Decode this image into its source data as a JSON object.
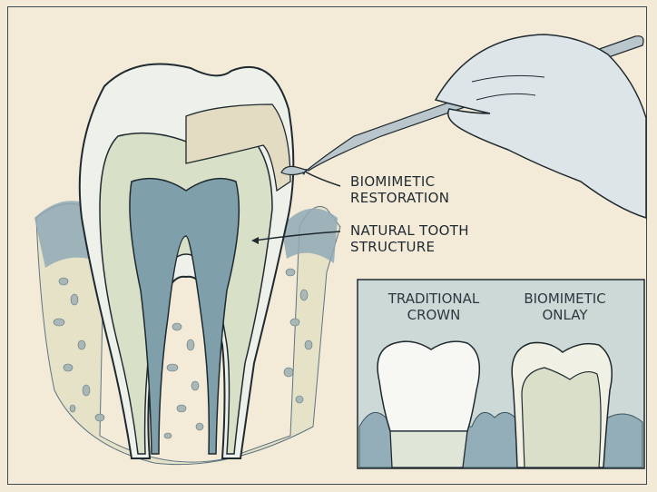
{
  "labels": {
    "restoration_line1": "BIOMIMETIC",
    "restoration_line2": "RESTORATION",
    "natural_line1": "NATURAL TOOTH",
    "natural_line2": "STRUCTURE"
  },
  "inset": {
    "left_line1": "TRADITIONAL",
    "left_line2": "CROWN",
    "right_line1": "BIOMIMETIC",
    "right_line2": "ONLAY"
  },
  "colors": {
    "paper": "#f3ead8",
    "ink": "#1f2a30",
    "enamel": "#eef1ea",
    "dentin": "#d9e0c8",
    "pulp": "#7f9faa",
    "gum": "#8fa9b6",
    "bone": "#e6e2c8",
    "inset_bg": "#cdd9d6"
  }
}
